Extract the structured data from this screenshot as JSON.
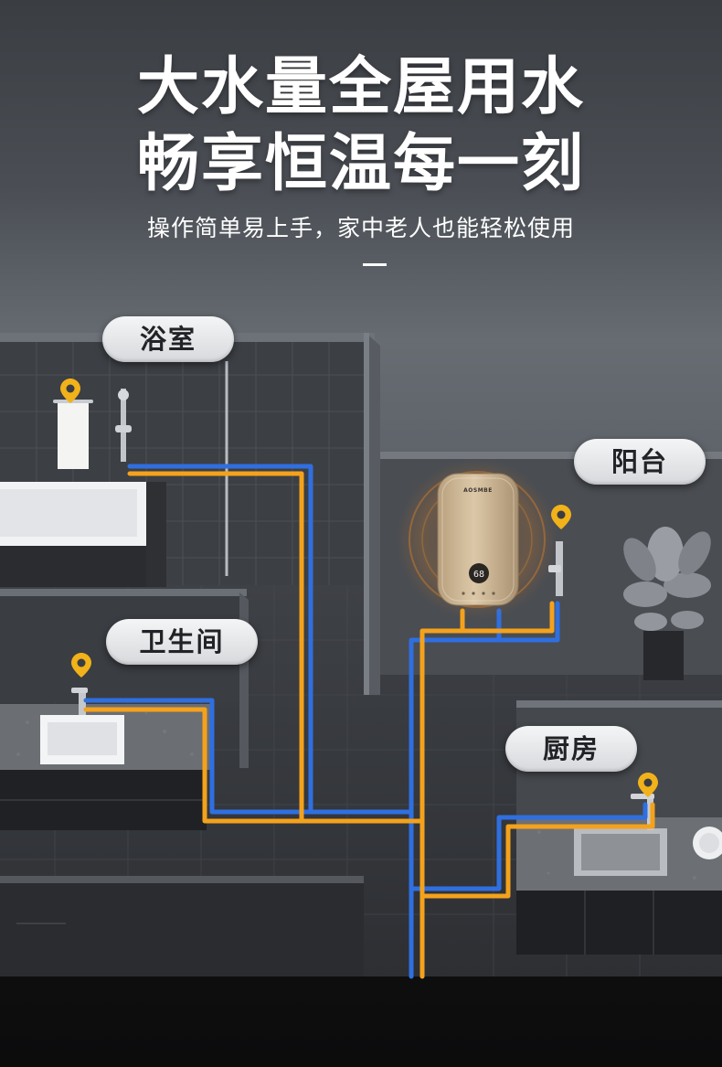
{
  "headline": {
    "line1": "大水量全屋用水",
    "line2": "畅享恒温每一刻"
  },
  "subtitle": "操作简单易上手，家中老人也能轻松使用",
  "rooms": {
    "bathroom": "浴室",
    "balcony": "阳台",
    "toilet": "卫生间",
    "kitchen": "厨房"
  },
  "heater": {
    "brand": "AOSMBE",
    "display": "68"
  },
  "colors": {
    "hot_pipe": "#f4a21c",
    "cold_pipe": "#2f6fe0",
    "pin": "#f1b21a",
    "heater_body": "#c9b394"
  }
}
